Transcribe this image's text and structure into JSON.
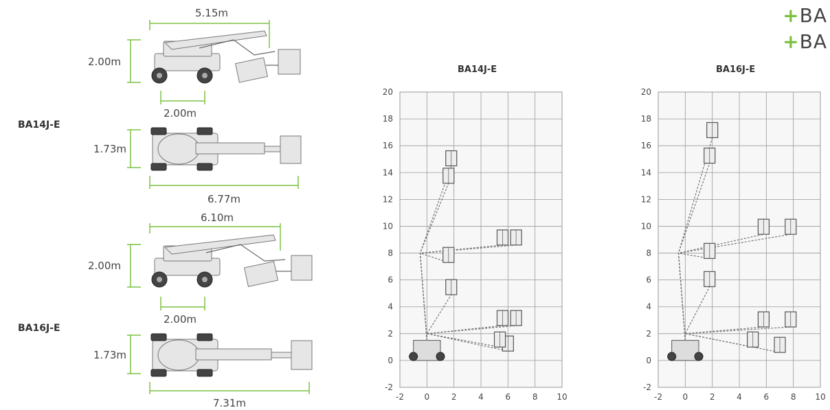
{
  "brand": {
    "lines": [
      "BA",
      "BA"
    ],
    "plus_symbol": "+",
    "accent_color": "#7cc242"
  },
  "models": [
    {
      "name": "BA14J-E",
      "side_length": "5.15m",
      "side_height": "2.00m",
      "wheelbase": "2.00m",
      "top_width": "1.73m",
      "top_length": "6.77m"
    },
    {
      "name": "BA16J-E",
      "side_length": "6.10m",
      "side_height": "2.00m",
      "wheelbase": "2.00m",
      "top_width": "1.73m",
      "top_length": "7.31m"
    }
  ],
  "dimension_color": "#7cc242",
  "chart_data": [
    {
      "type": "diagram",
      "title": "BA14J-E",
      "xlim": [
        -2,
        10
      ],
      "ylim": [
        -2,
        20
      ],
      "x_ticks": [
        -2,
        0,
        2,
        4,
        6,
        8,
        10
      ],
      "y_ticks": [
        -2,
        0,
        2,
        4,
        6,
        8,
        10,
        12,
        14,
        16,
        18,
        20
      ],
      "grid": true,
      "baskets": [
        [
          1.8,
          14.5
        ],
        [
          1.6,
          13.2
        ],
        [
          1.8,
          4.9
        ],
        [
          1.6,
          7.3
        ],
        [
          5.6,
          8.6
        ],
        [
          6.6,
          8.6
        ],
        [
          5.6,
          2.6
        ],
        [
          6.6,
          2.6
        ],
        [
          6.0,
          0.7
        ],
        [
          5.4,
          1.0
        ]
      ]
    },
    {
      "type": "diagram",
      "title": "BA16J-E",
      "xlim": [
        -2,
        10
      ],
      "ylim": [
        -2,
        20
      ],
      "x_ticks": [
        -2,
        0,
        2,
        4,
        6,
        8,
        10
      ],
      "y_ticks": [
        -2,
        0,
        2,
        4,
        6,
        8,
        10,
        12,
        14,
        16,
        18,
        20
      ],
      "grid": true,
      "baskets": [
        [
          2.0,
          16.6
        ],
        [
          1.8,
          14.7
        ],
        [
          5.8,
          9.4
        ],
        [
          7.8,
          9.4
        ],
        [
          1.8,
          7.6
        ],
        [
          1.8,
          5.5
        ],
        [
          5.8,
          2.5
        ],
        [
          7.8,
          2.5
        ],
        [
          7.0,
          0.6
        ],
        [
          5.0,
          1.0
        ]
      ]
    }
  ]
}
